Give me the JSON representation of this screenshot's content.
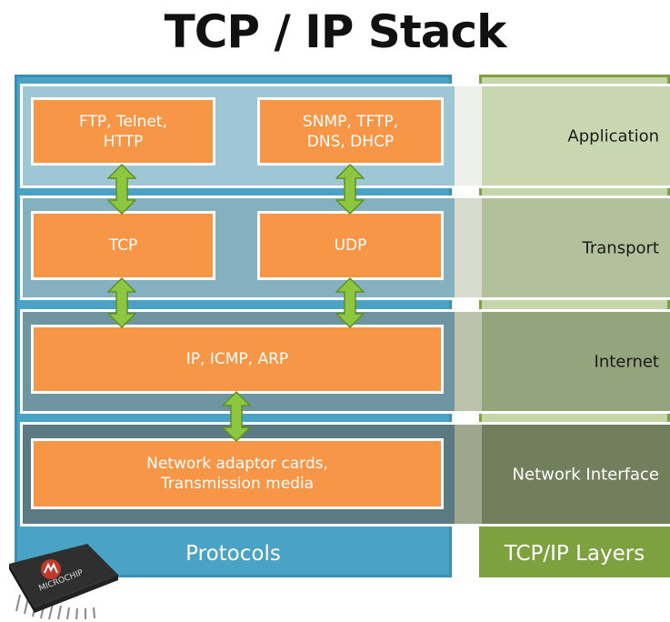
{
  "title": "TCP / IP Stack",
  "protocols_caption": "Protocols",
  "layers_caption": "TCP/IP Layers",
  "layers": [
    {
      "name": "Application",
      "boxes": [
        "FTP, Telnet,\nHTTP",
        "SNMP, TFTP,\nDNS, DHCP"
      ]
    },
    {
      "name": "Transport",
      "boxes": [
        "TCP",
        "UDP"
      ]
    },
    {
      "name": "Internet",
      "boxes": [
        "IP, ICMP, ARP"
      ]
    },
    {
      "name": "Network Interface",
      "boxes": [
        "Network adaptor cards,\nTransmission media"
      ]
    }
  ],
  "logo": {
    "text": "MICROCHIP",
    "icon": "microchip-logo-icon"
  },
  "colors": {
    "protocol_box": "#f79646",
    "protocols_panel": "#4aa3c4",
    "layers_panel": "#c5d6a9",
    "layers_caption": "#7ea13f",
    "arrow": "#8dc63f",
    "layer_application": "#c9d7b0",
    "layer_transport": "#b2c19a",
    "layer_internet": "#94a47c",
    "layer_network": "#727f5d"
  }
}
